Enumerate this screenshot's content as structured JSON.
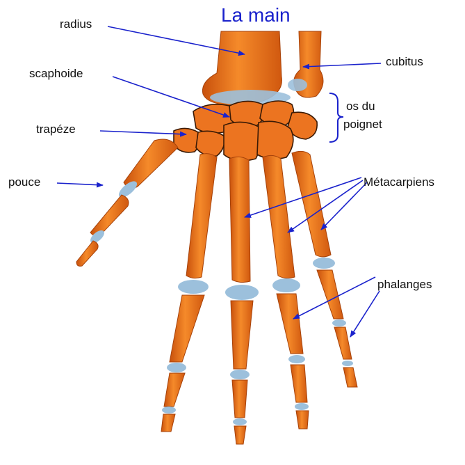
{
  "title": "La main",
  "labels": {
    "radius": "radius",
    "cubitus": "cubitus",
    "scaphoide": "scaphoide",
    "os_du": "os du",
    "poignet": "poignet",
    "trapeze": "trapéze",
    "pouce": "pouce",
    "metacarpiens": "Métacarpiens",
    "phalanges": "phalanges"
  },
  "colors": {
    "bone": "#f07a1c",
    "bone_dark": "#c8500c",
    "cartilage": "#9cc0dc",
    "title": "#1a22cc",
    "arrow": "#1a22cc"
  }
}
